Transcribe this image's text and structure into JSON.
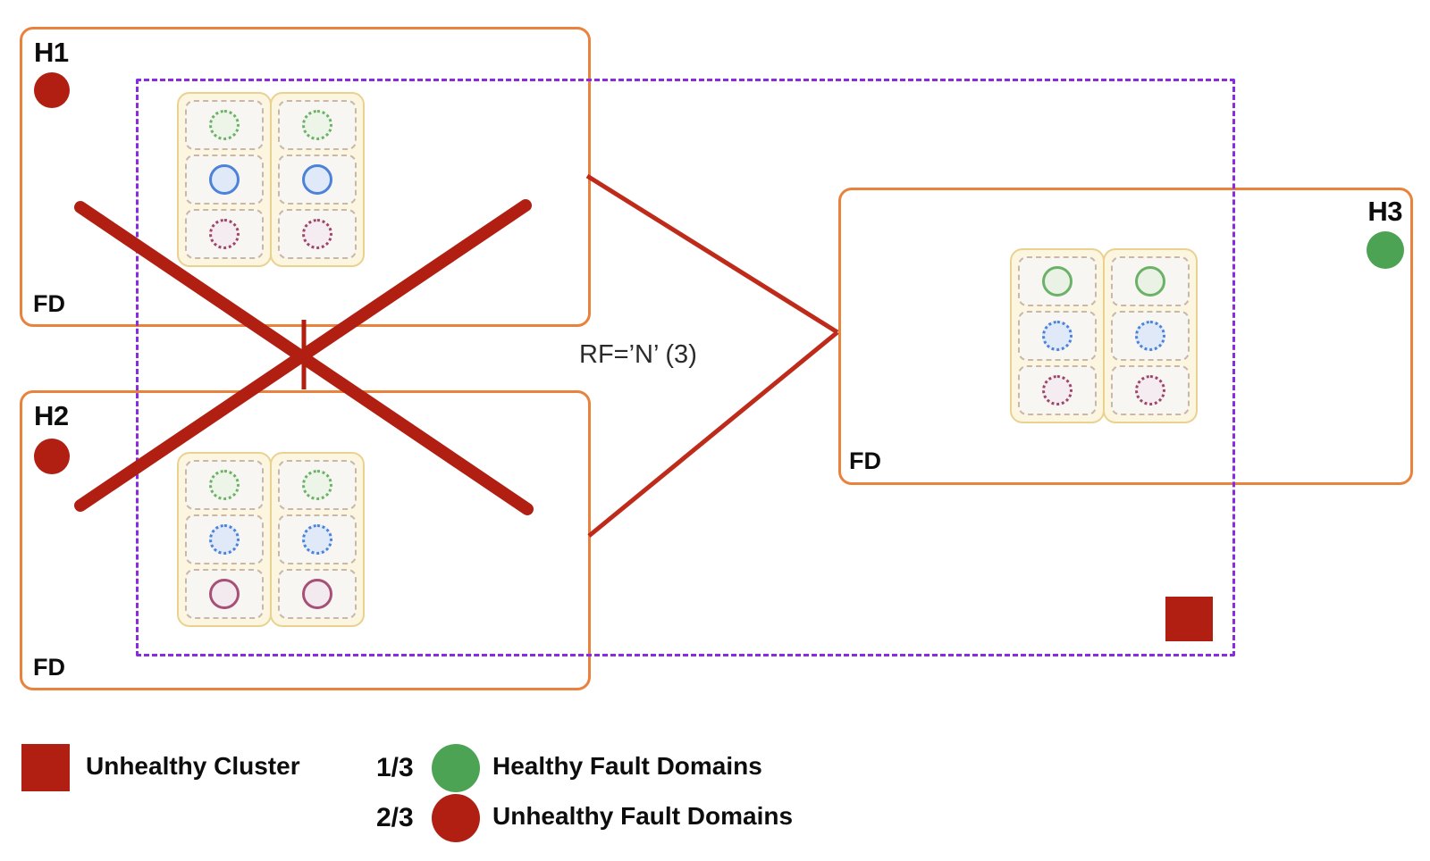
{
  "hosts": [
    {
      "label": "H1",
      "fd_label": "FD",
      "status": "unhealthy",
      "replicas": [
        "green-dotted",
        "blue-solid",
        "maroon-dotted"
      ]
    },
    {
      "label": "H2",
      "fd_label": "FD",
      "status": "unhealthy",
      "replicas": [
        "green-dotted",
        "blue-dotted",
        "maroon-solid"
      ]
    },
    {
      "label": "H3",
      "fd_label": "FD",
      "status": "healthy",
      "replicas": [
        "green-solid",
        "blue-dotted",
        "maroon-dotted"
      ]
    }
  ],
  "rf_label": "RF=’N’ (3)",
  "legend": {
    "unhealthy_cluster_label": "Unhealthy Cluster",
    "healthy_ratio": "1/3",
    "healthy_label": "Healthy Fault Domains",
    "unhealthy_ratio": "2/3",
    "unhealthy_label": "Unhealthy Fault Domains"
  },
  "colors": {
    "fault_domain_border": "#E8823C",
    "cluster_boundary": "#8A2BE2",
    "unhealthy_red": "#B01F12",
    "replication_line_red": "#BF2B1A",
    "healthy_green": "#4BA353",
    "chassis_border": "#E9D290",
    "chassis_fill": "#FCF5DF",
    "replica_green": "#6CB168",
    "replica_blue": "#4C82D8",
    "replica_maroon": "#A65077"
  }
}
